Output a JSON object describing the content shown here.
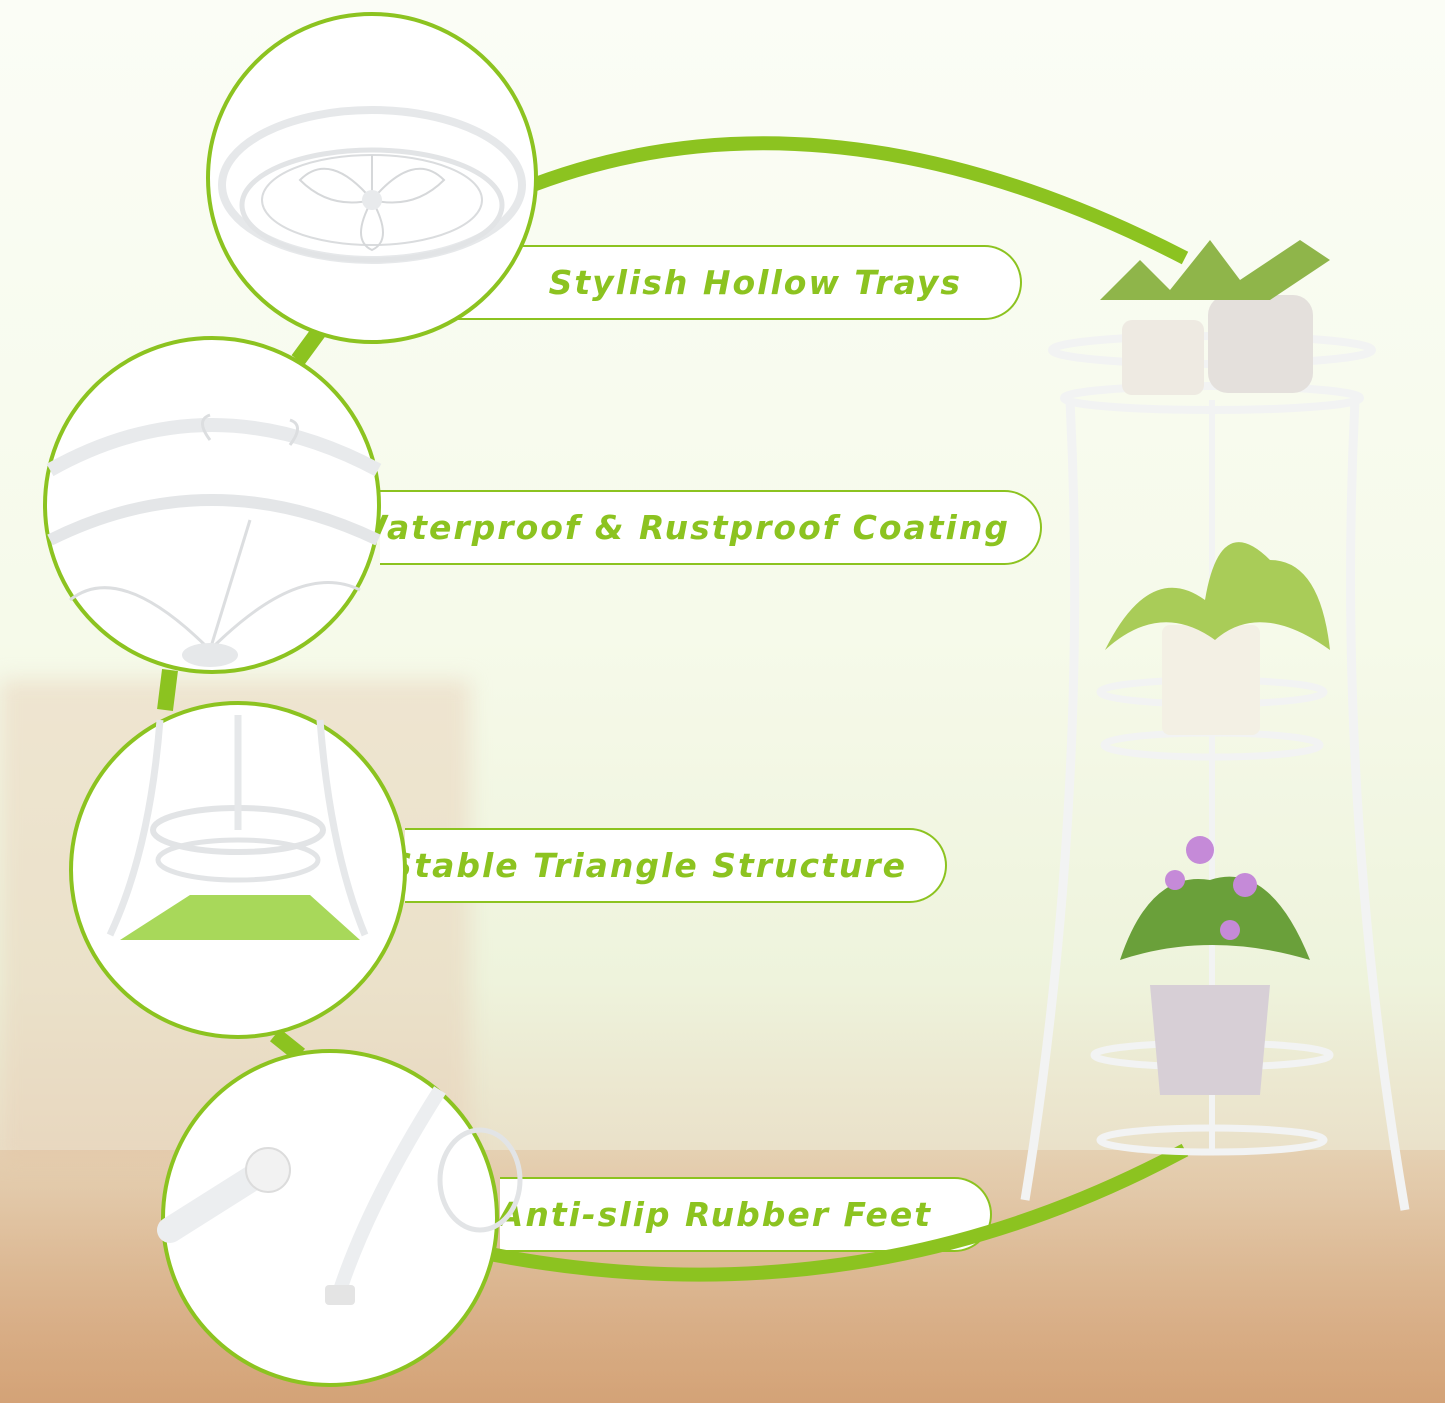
{
  "features": [
    {
      "label": "Stylish Hollow Trays",
      "icon": "hollow-tray-closeup"
    },
    {
      "label": "Waterproof & Rustproof Coating",
      "icon": "coating-closeup"
    },
    {
      "label": "Stable Triangle Structure",
      "icon": "triangle-base-closeup"
    },
    {
      "label": "Anti-slip Rubber Feet",
      "icon": "rubber-foot-closeup"
    }
  ],
  "colors": {
    "accent": "#8cc320",
    "background": "#f7faec",
    "stand": "#ffffff"
  }
}
